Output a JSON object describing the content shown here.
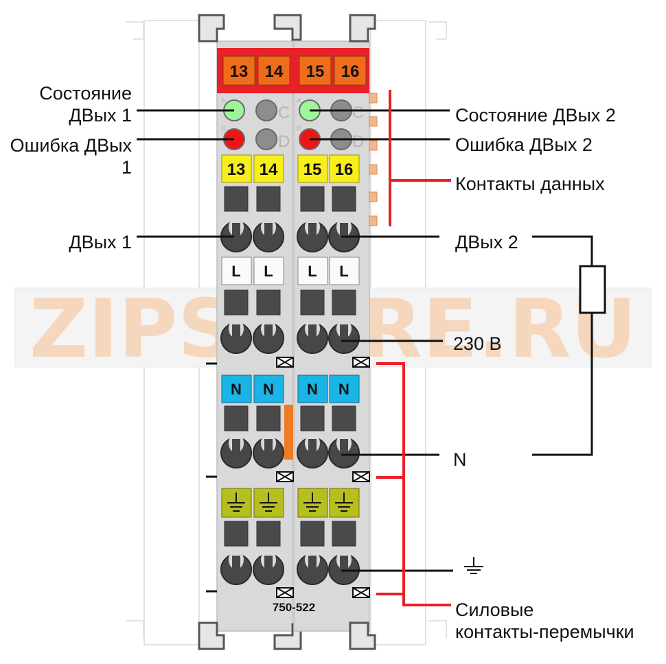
{
  "labels": {
    "status1_l1": "Состояние",
    "status1_l2": "ДВых 1",
    "error1_l1": "Ошибка ДВых",
    "error1_l2": "1",
    "out1": "ДВых 1",
    "status2": "Состояние ДВых 2",
    "error2": "Ошибка ДВых 2",
    "data_contacts": "Контакты данных",
    "out2": "ДВых 2",
    "v230": "230 В",
    "neutral": "N",
    "power_l1": "Силовые",
    "power_l2": "контакты-перемычки"
  },
  "terminals": {
    "top": [
      "13",
      "14",
      "15",
      "16"
    ],
    "yellow": [
      "13",
      "14",
      "15",
      "16"
    ],
    "l": [
      "L",
      "L",
      "L",
      "L"
    ],
    "n": [
      "N",
      "N",
      "N",
      "N"
    ]
  },
  "leds": {
    "letters_left": [
      "A",
      "B"
    ],
    "letters_right": [
      "C",
      "D"
    ]
  },
  "model": "750-522",
  "watermark": "ZIPSTORE.RU",
  "colors": {
    "red": "#e8202a",
    "orange": "#ef6c1a",
    "yellow": "#f7ee1a",
    "cyan": "#1ab4e6",
    "ground": "#b7bf1f",
    "body": "#d9d9d9",
    "led_green": "#9ef59a",
    "led_red": "#f01515"
  }
}
